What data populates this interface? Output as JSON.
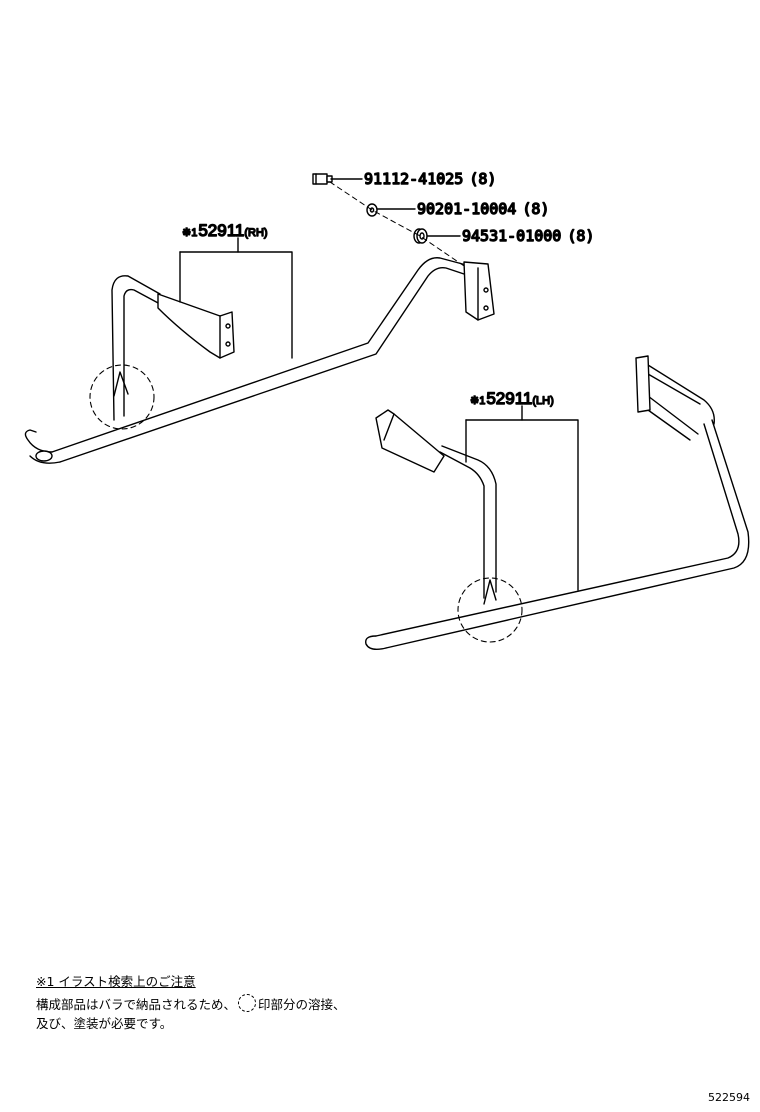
{
  "parts": [
    {
      "number": "91112-41025",
      "qty": "(8)"
    },
    {
      "number": "90201-10004",
      "qty": "(8)"
    },
    {
      "number": "94531-01000",
      "qty": "(8)"
    }
  ],
  "assemblies": [
    {
      "mark": "※1",
      "number": "52911",
      "side": "(RH)"
    },
    {
      "mark": "※1",
      "number": "52911",
      "side": "(LH)"
    }
  ],
  "note": {
    "title": "※1 イラスト検索上のご注意",
    "line1_before": "構成部品はバラで納品されるため、",
    "line1_after": "印部分の溶接、",
    "line2": "及び、塗装が必要です。"
  },
  "diagram_id": "522594"
}
